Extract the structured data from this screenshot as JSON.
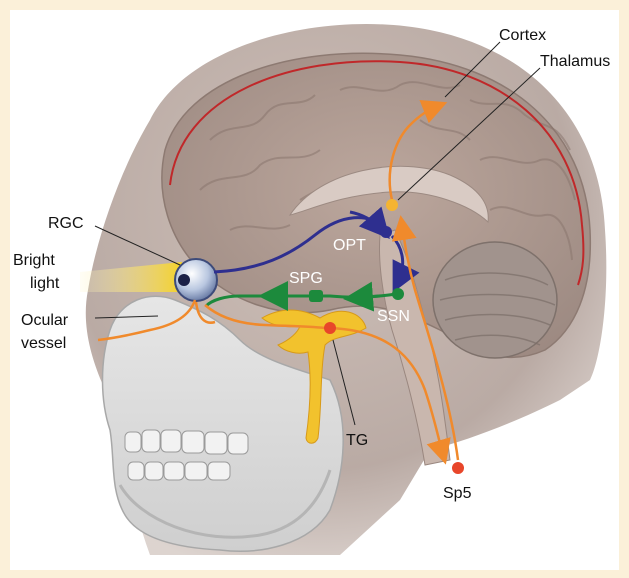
{
  "labels": {
    "cortex": "Cortex",
    "thalamus": "Thalamus",
    "rgc": "RGC",
    "bright_light_line1": "Bright",
    "bright_light_line2": "light",
    "opt": "OPT",
    "spg": "SPG",
    "ssn": "SSN",
    "ocular_vessel_line1": "Ocular",
    "ocular_vessel_line2": "vessel",
    "tg": "TG",
    "sp5": "Sp5"
  },
  "colors": {
    "background_frame": "#fbf0d9",
    "visual_pathway": "#2e2f8f",
    "parasympathetic_pathway": "#1c8a3c",
    "trigeminal_pathway": "#f08a2c",
    "cortex_outline": "#c0282a",
    "light_beam": "#f7d321",
    "ganglion": "#f2c22d",
    "sp5_node": "#e8462a"
  }
}
